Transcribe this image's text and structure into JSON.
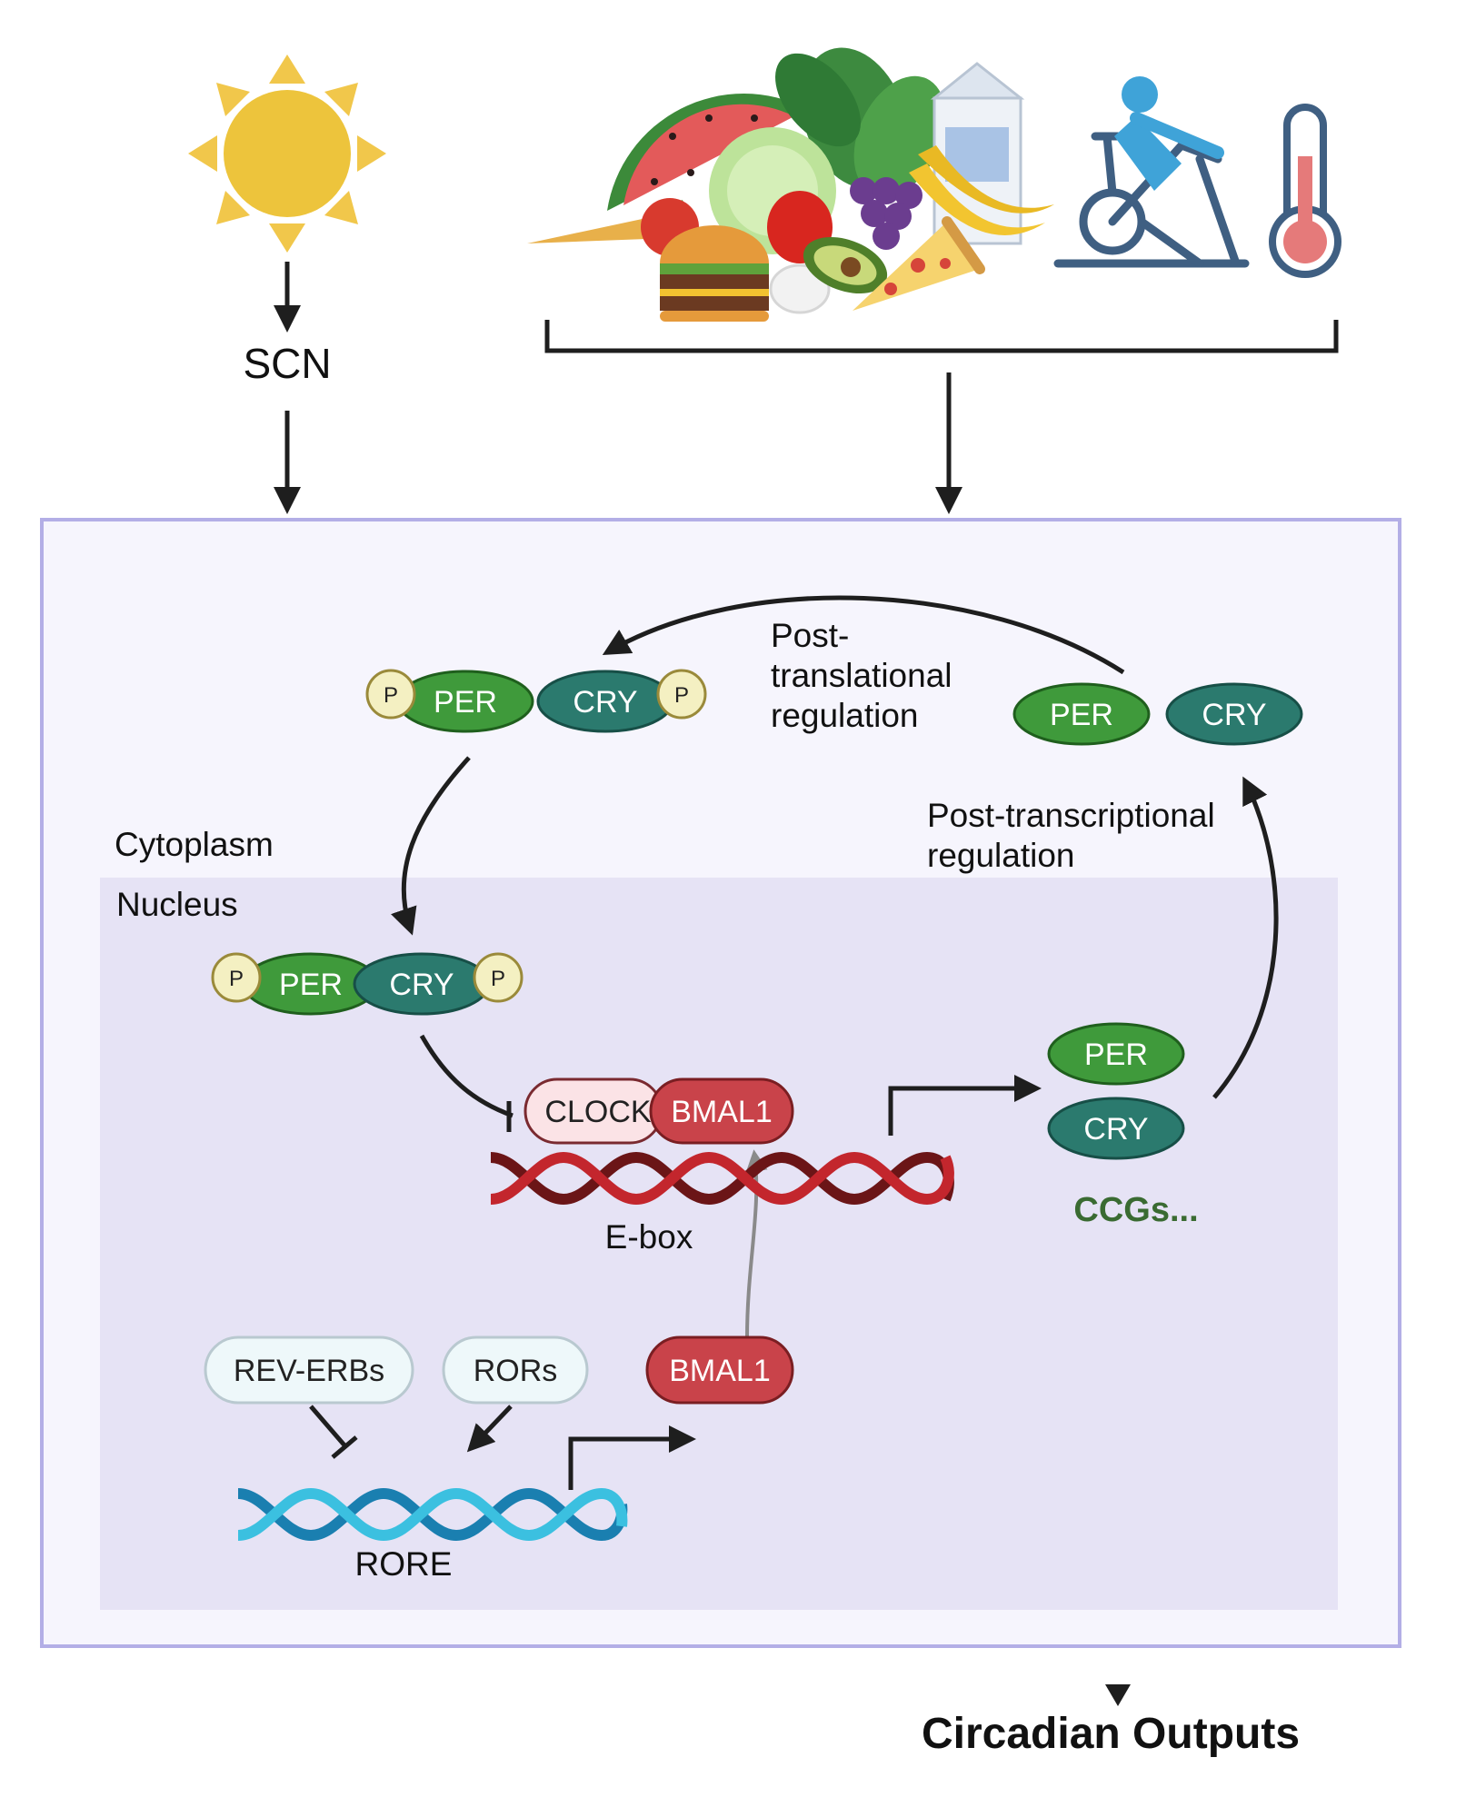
{
  "inputs": {
    "light_icon": "sun-icon",
    "feeding_icon": "food-icon",
    "exercise_icon": "stationary-bike-icon",
    "temperature_icon": "thermometer-icon"
  },
  "labels": {
    "scn": "SCN",
    "cytoplasm": "Cytoplasm",
    "nucleus": "Nucleus",
    "post_translational": [
      "Post-",
      "translational",
      "regulation"
    ],
    "post_transcriptional": [
      "Post-transcriptional",
      "regulation"
    ],
    "ebox": "E-box",
    "rore": "RORE",
    "ccgs": "CCGs...",
    "outputs": "Circadian Outputs"
  },
  "proteins": {
    "per": "PER",
    "cry": "CRY",
    "clock": "CLOCK",
    "bmal1": "BMAL1",
    "rev_erbs": "REV-ERBs",
    "rors": "RORs",
    "phospho": "P"
  },
  "colors": {
    "per": "#3f9a3b",
    "cry": "#2b7a6e",
    "bmal1": "#c9434a",
    "clock": "#fbe3e6",
    "cell_border": "#b3aee6",
    "cell_fill": "#f6f5fd",
    "nucleus_fill": "#e6e3f5",
    "ebox_dna": "#a51f24",
    "rore_dna": "#2aa6d4",
    "ccgs_text": "#3a6b32"
  }
}
